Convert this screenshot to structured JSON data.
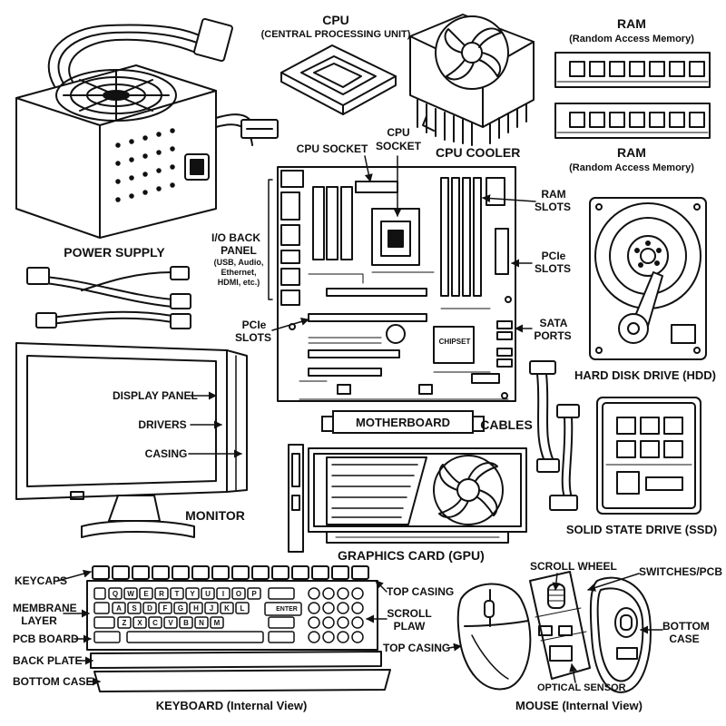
{
  "labels": {
    "cpu_title": "CPU",
    "cpu_sub": "(CENTRAL PROCESSING UNIT)",
    "ram_top_title": "RAM",
    "ram_top_sub": "(Random Access Memory)",
    "ram_mid_title": "RAM",
    "ram_mid_sub": "(Random Access Memory)",
    "power_supply": "POWER SUPPLY",
    "cpu_socket_left": "CPU SOCKET",
    "cpu_socket_top_1": "CPU",
    "cpu_socket_top_2": "SOCKET",
    "cpu_cooler": "CPU COOLER",
    "ram_slots_1": "RAM",
    "ram_slots_2": "SLOTS",
    "pcie_slots_right_1": "PCIe",
    "pcie_slots_right_2": "SLOTS",
    "sata_ports_1": "SATA",
    "sata_ports_2": "PORTS",
    "io_1": "I/O BACK",
    "io_2": "PANEL",
    "io_3": "(USB, Audio,",
    "io_4": "Ethernet,",
    "io_5": "HDMI, etc.)",
    "pcie_slots_left_1": "PCIe",
    "pcie_slots_left_2": "SLOTS",
    "chipset": "CHIPSET",
    "motherboard": "MOTHERBOARD",
    "cables": "CABLES",
    "hdd": "HARD DISK DRIVE (HDD)",
    "ssd": "SOLID STATE DRIVE (SSD)",
    "display_panel": "DISPLAY PANEL",
    "drivers": "DRIVERS",
    "casing": "CASING",
    "monitor": "MONITOR",
    "graphics_card": "GRAPHICS CARD (GPU)",
    "keycaps": "KEYCAPS",
    "membrane_1": "MEMBRANE",
    "membrane_2": "LAYER",
    "pcb_board": "PCB BOARD",
    "back_plate": "BACK PLATE",
    "bottom_case": "BOTTOM CASE",
    "top_casing_kb": "TOP CASING",
    "scroll_1": "SCROLL",
    "scroll_2": "PLAW",
    "keyboard": "KEYBOARD (Internal View)",
    "scroll_wheel": "SCROLL WHEEL",
    "switches_pcb": "SWITCHES/PCB",
    "top_casing_mouse": "TOP CASING",
    "bottom_case_m_1": "BOTTOM",
    "bottom_case_m_2": "CASE",
    "optical_sensor": "OPTICAL SENSOR",
    "mouse": "MOUSE (Internal View)",
    "enter_key": "ENTER"
  },
  "keyboard_keys": {
    "row1": [
      "Q",
      "W",
      "E",
      "R",
      "T",
      "Y",
      "U",
      "I",
      "O",
      "P"
    ],
    "row2": [
      "A",
      "S",
      "D",
      "F",
      "G",
      "H",
      "J",
      "K",
      "L"
    ],
    "row3": [
      "Z",
      "X",
      "C",
      "V",
      "B",
      "N",
      "M"
    ]
  }
}
